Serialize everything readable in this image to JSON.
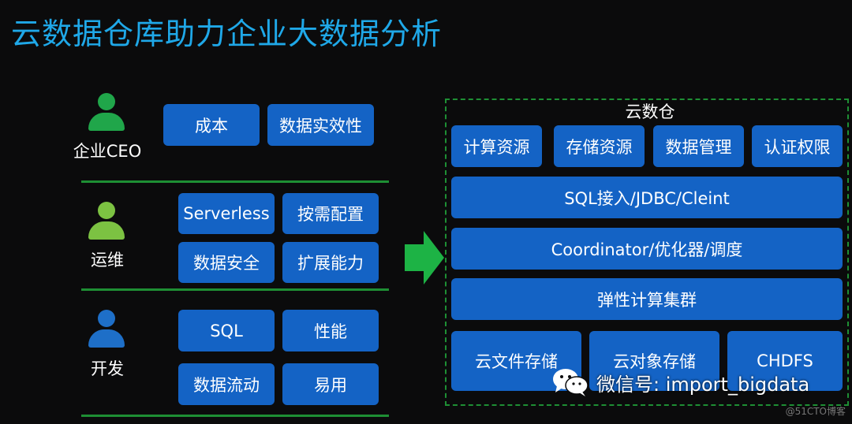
{
  "title": "云数据仓库助力企业大数据分析",
  "roles": [
    {
      "label": "企业CEO",
      "color": "#20a64a",
      "items": [
        "成本",
        "数据实效性"
      ]
    },
    {
      "label": "运维",
      "color": "#7cc242",
      "items": [
        "Serverless",
        "按需配置",
        "数据安全",
        "扩展能力"
      ]
    },
    {
      "label": "开发",
      "color": "#1e6fc8",
      "items": [
        "SQL",
        "性能",
        "数据流动",
        "易用"
      ]
    }
  ],
  "cloud": {
    "title": "云数仓",
    "top_row": [
      "计算资源",
      "存储资源",
      "数据管理",
      "认证权限"
    ],
    "layers": [
      "SQL接入/JDBC/Cleint",
      "Coordinator/优化器/调度",
      "弹性计算集群"
    ],
    "bottom_row": [
      "云文件存储",
      "云对象存储",
      "CHDFS"
    ]
  },
  "wechat_text": "微信号: import_bigdata",
  "watermark": "@51CTO博客",
  "colors": {
    "title": "#1fa8e8",
    "box": "#1463c5",
    "frame": "#1e8f34",
    "arrow": "#1db345"
  }
}
